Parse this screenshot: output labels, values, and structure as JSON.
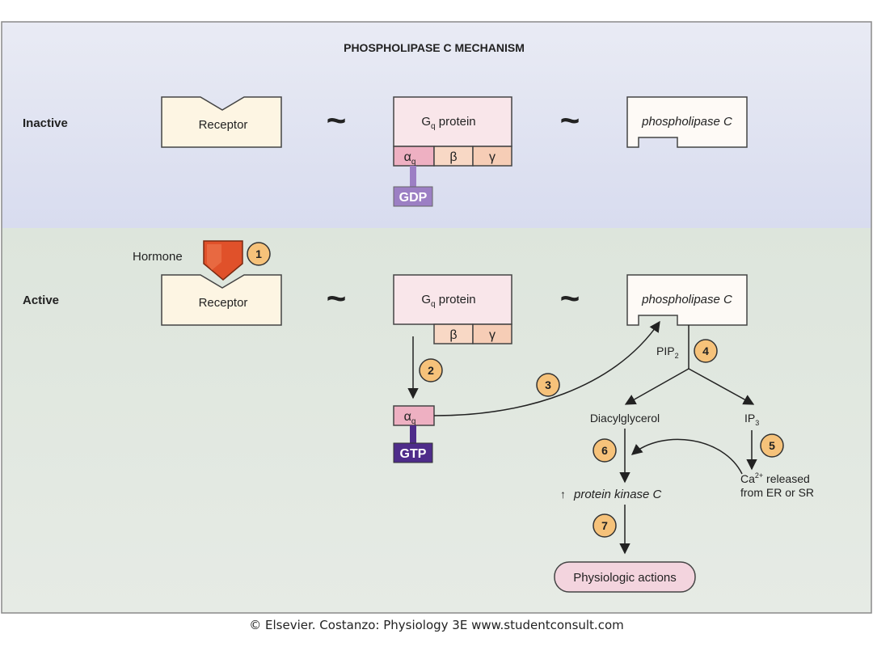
{
  "title": "PHOSPHOLIPASE C MECHANISM",
  "inactive": {
    "row_label": "Inactive",
    "receptor_label": "Receptor",
    "gq_label_main": "G",
    "gq_label_sub": "q",
    "gq_label_rest": " protein",
    "alpha_main": "α",
    "alpha_sub": "q",
    "beta": "β",
    "gamma": "γ",
    "gdp_label": "GDP",
    "plc_label": "phospholipase C",
    "tilde": "~"
  },
  "active": {
    "row_label": "Active",
    "hormone_label": "Hormone",
    "receptor_label": "Receptor",
    "gq_label_main": "G",
    "gq_label_sub": "q",
    "gq_label_rest": " protein",
    "beta": "β",
    "gamma": "γ",
    "alpha_main": "α",
    "alpha_sub": "q",
    "gtp_label": "GTP",
    "plc_label": "phospholipase C",
    "pip2_main": "PIP",
    "pip2_sub": "2",
    "dag_label": "Diacylglycerol",
    "ip3_main": "IP",
    "ip3_sub": "3",
    "ca_main": "Ca",
    "ca_sup": "2+",
    "ca_rest": " released",
    "ca_line2": "from ER or SR",
    "pkc_arrow": "↑",
    "pkc_label": "protein kinase C",
    "outcome_label": "Physiologic actions",
    "tilde": "~"
  },
  "steps": [
    "1",
    "2",
    "3",
    "4",
    "5",
    "6",
    "7"
  ],
  "footer": "© Elsevier. Costanzo: Physiology 3E www.studentconsult.com",
  "colors": {
    "inactive_bg": "#dde0f1",
    "active_bg": "#dfe6df",
    "receptor_fill": "#fdf5e3",
    "gq_fill": "#f9e6ea",
    "alpha_fill": "#eeb0c2",
    "beta_fill": "#f8d8c5",
    "gamma_fill": "#f6cdb6",
    "gdp_fill": "#9c7fc4",
    "gtp_fill": "#4e2c8a",
    "plc_fill": "#fefaf6",
    "hormone_fill": "#e0512a",
    "badge_fill": "#f6c27a",
    "outcome_fill": "#f3d4de"
  }
}
